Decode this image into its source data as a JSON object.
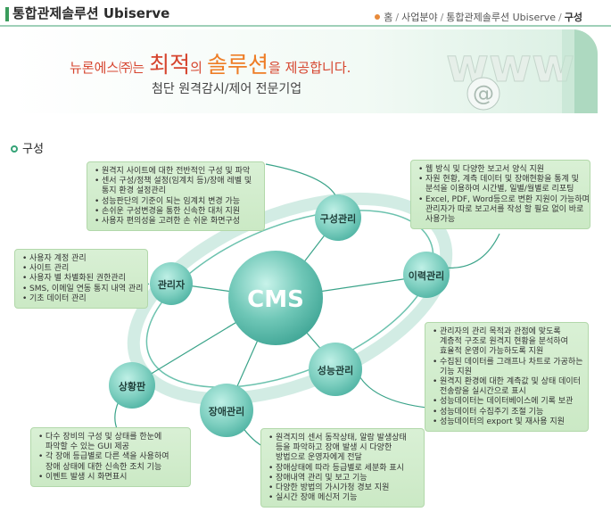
{
  "header": {
    "title": "통합관제솔루션 Ubiserve",
    "breadcrumb": [
      "홈",
      "사업분야",
      "통합관제솔루션 Ubiserve",
      "구성"
    ]
  },
  "banner": {
    "company": "뉴론에스㈜는",
    "best": "최적",
    "of": "의",
    "solution": "솔루션",
    "provide": "을 제공합니다.",
    "subtitle": "첨단 원격감시/제어 전문기업",
    "art_text": "www",
    "at_symbol": "@"
  },
  "section": {
    "heading": "구성"
  },
  "diagram": {
    "center": "CMS",
    "nodes": {
      "config": "구성관리",
      "history": "이력관리",
      "perf": "성능관리",
      "fault": "장애관리",
      "status": "상황판",
      "admin": "관리자"
    },
    "boxes": {
      "config": [
        "원격지 사이트에 대한 전반적인 구성 및 파악",
        "센서 구성/정책 설정(임계치 등)/장애 레벨 및",
        "통지 환경 설정관리",
        "성능판단의 기준이 되는 임계치 변경 가능",
        "손쉬운 구성변경을 통한 신속한 대처 지원",
        "사용자 편의성을 고려한 손 쉬운 화면구성"
      ],
      "history": [
        "웹 방식 및 다양한 보고서 양식 지원",
        "자원 현황, 계측 데이터 및 장애현황을 통계 및",
        "분석을  이용하여 시간별, 일별/월별로 리포팅",
        "Excel, PDF, Word등으로 변환 지원이 가능하며",
        "관리자가 따로 보고서를 작성 할 필요 없이 바로",
        "사용가능"
      ],
      "admin": [
        "사용자 계정 관리",
        "사이트 관리",
        "사용자 별 차별화된 권한관리",
        "SMS, 이메일 연동 통지 내역 관리",
        "기초 데이터 관리"
      ],
      "perf": [
        "관리자의 관리 목적과 관점에 맞도록",
        "계층적 구조로 원격지 현황을 분석하여",
        "효율적 운영이 가능하도록 지원",
        "수집된 데이터를 그래프나 차트로 가공하는",
        "기능 지원",
        "원격지 환경에 대한 계측값 및 상태 데이터",
        "전송량을 실시간으로 표시",
        "성능데이터는 데이터베이스에 기록 보관",
        "성능데이터 수집주기 조절 기능",
        "성능데이터의 export 및 재사용 지원"
      ],
      "fault": [
        "원격지의 센서 동작상태, 알람 발생상태",
        "등을 파악하고 장애 발생 시 다양한",
        "방법으로 운영자에게 전달",
        "장애상태에 따라 등급별로 세분화 표시",
        "장애내역 관리 및 보고 기능",
        "다양한 방법의 가시가청 경보 지원",
        "실시간 장애 메신저 기능"
      ],
      "status": [
        "다수 장비의 구성 및 상태를 한눈에",
        "파악할 수 있는 GUI 제공",
        "각 장애 등급별로 다른 색을 사용하여",
        "장애 상태에 대한 신속한 조치 기능",
        "이벤트 발생 시 화면표시"
      ]
    },
    "colors": {
      "node": "#7ecfc0",
      "node_dark": "#4fb3a3",
      "box": "#cbe9c5",
      "line": "#3aa389"
    }
  }
}
